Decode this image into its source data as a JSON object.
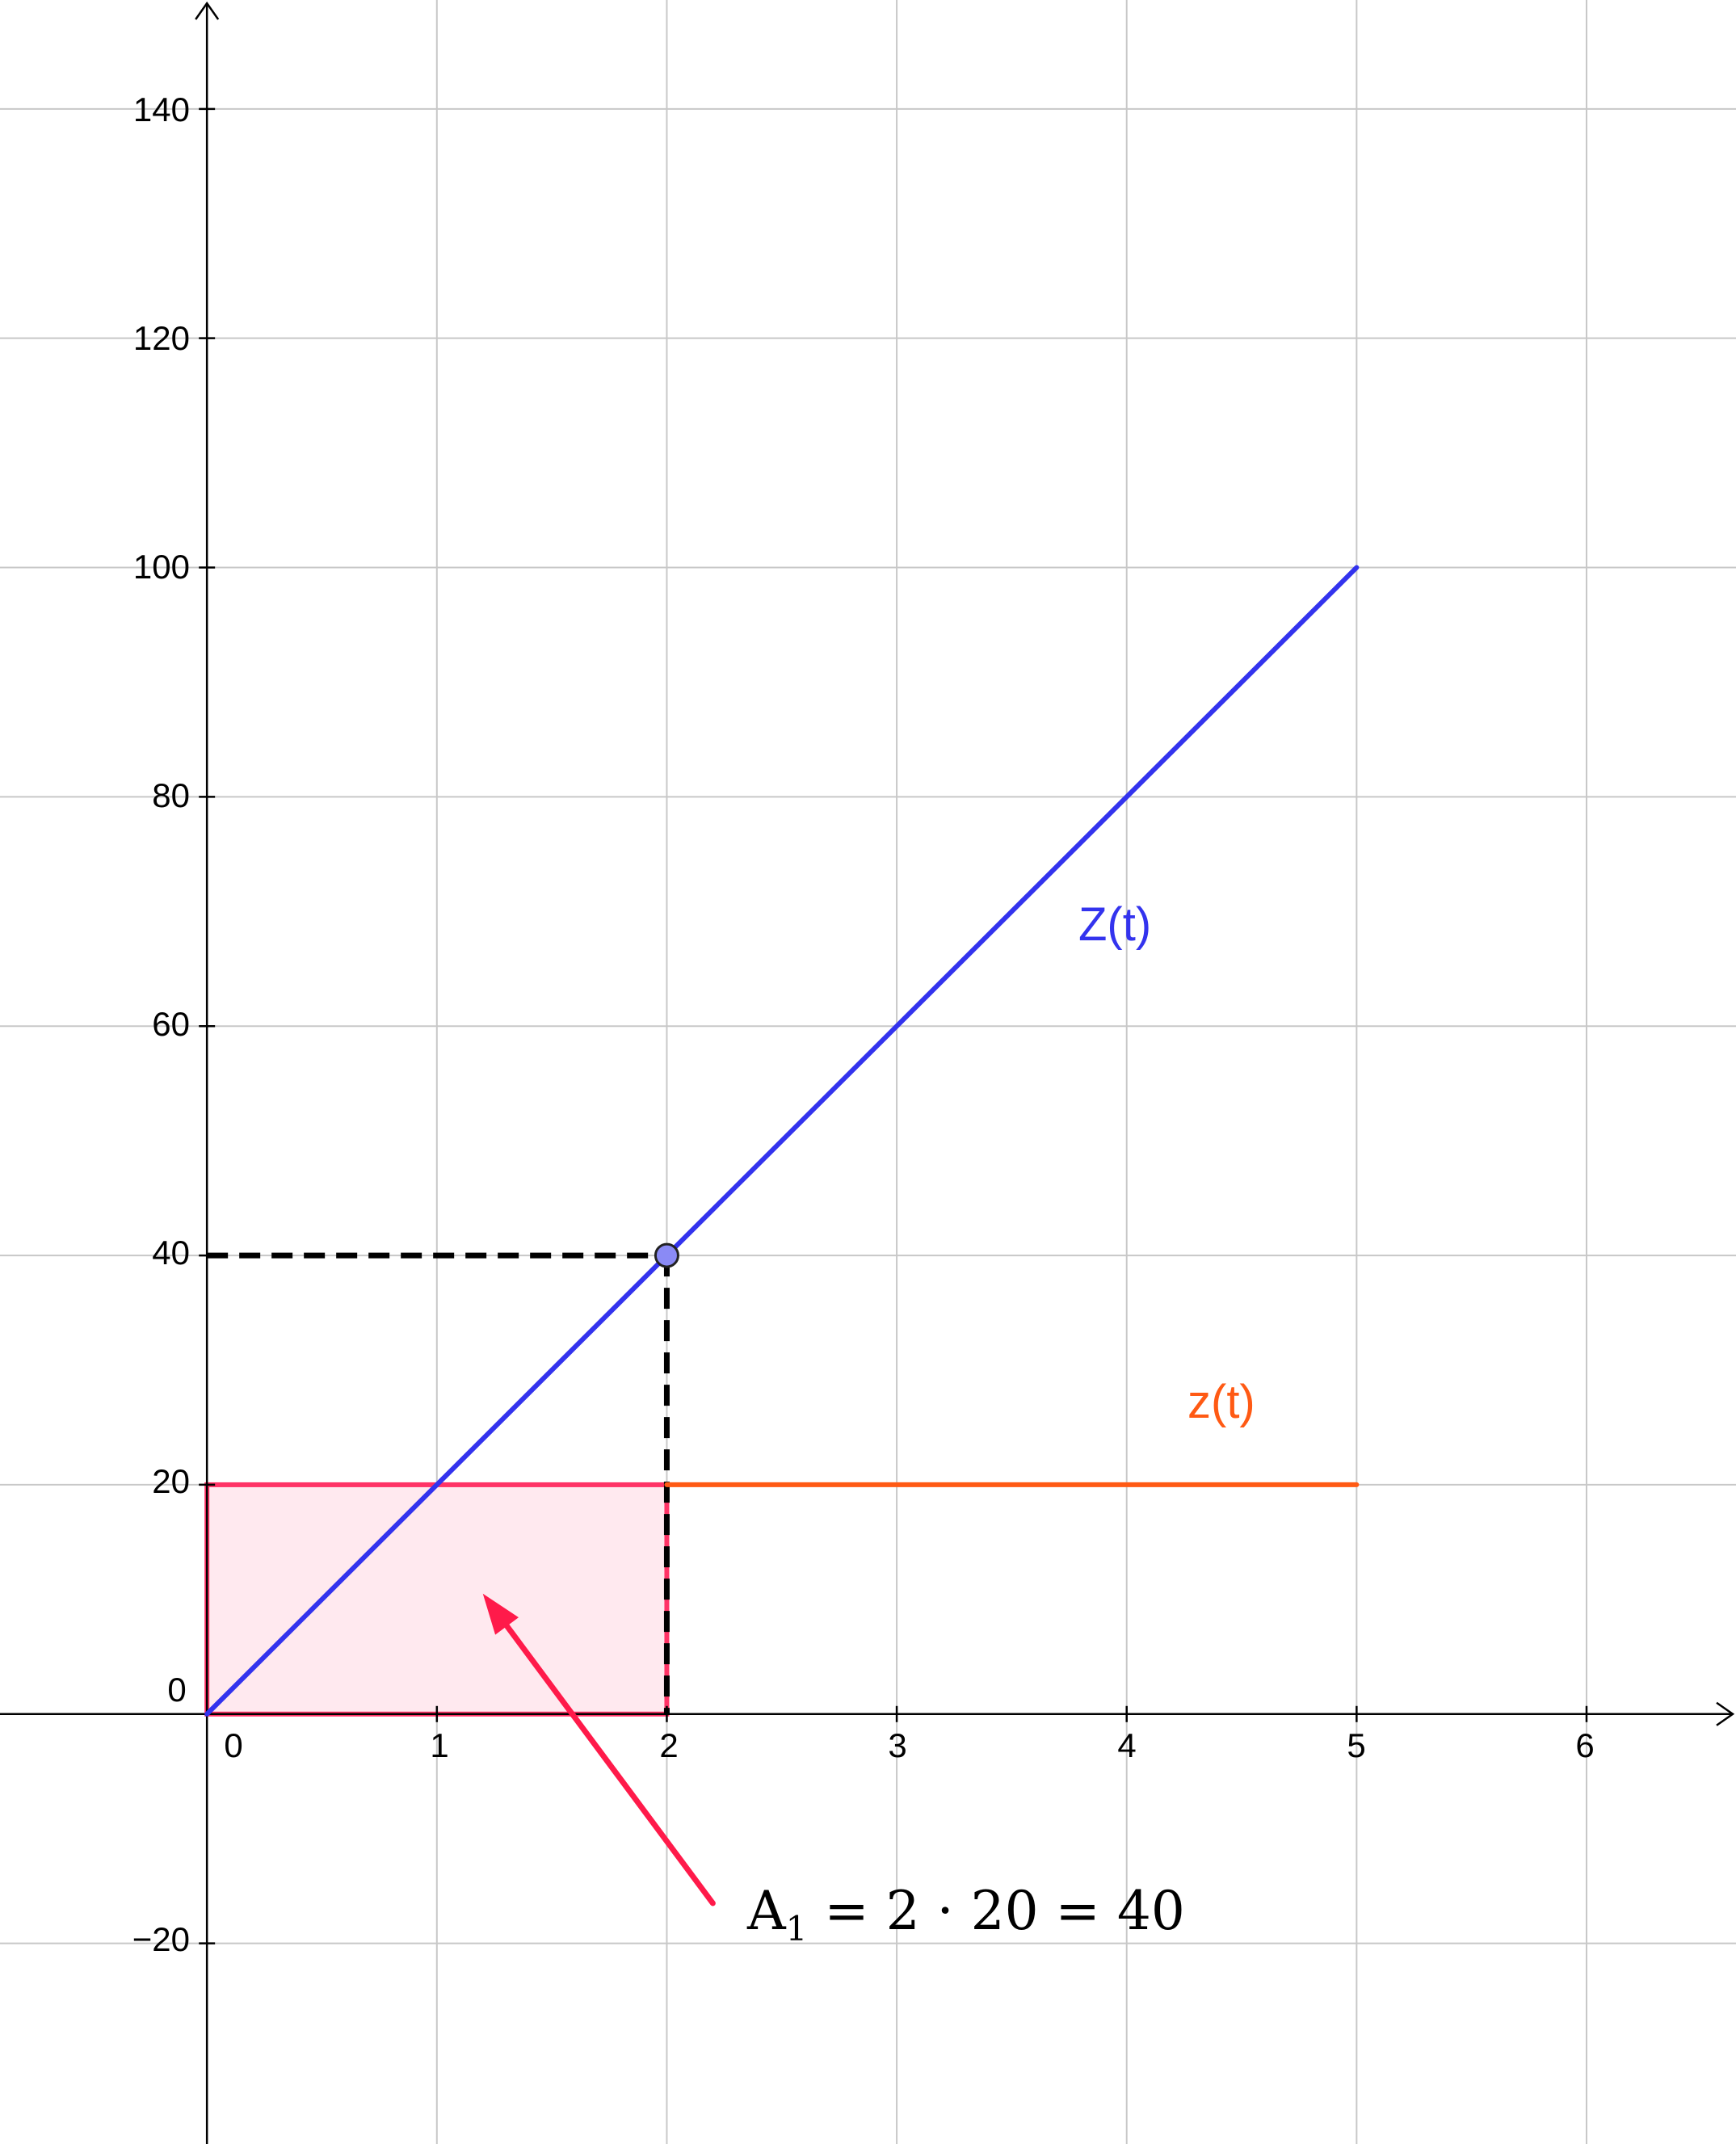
{
  "chart_data": {
    "type": "line",
    "title": "",
    "xlabel": "",
    "ylabel": "",
    "xlim": [
      -0.9,
      6.65
    ],
    "ylim": [
      -37.5,
      149.5
    ],
    "x_ticks": [
      1,
      2,
      3,
      4,
      5,
      6
    ],
    "y_ticks": [
      -20,
      20,
      40,
      60,
      80,
      100,
      120,
      140
    ],
    "x_tick_labels": [
      "0",
      "1",
      "2",
      "3",
      "4",
      "5",
      "6"
    ],
    "y_tick_labels": [
      "0",
      "20",
      "40",
      "60",
      "80",
      "100",
      "120",
      "140",
      "−20"
    ],
    "grid": true,
    "series": [
      {
        "name": "Z(t)",
        "color": "#3333ee",
        "x": [
          0,
          5
        ],
        "y": [
          0,
          100
        ]
      },
      {
        "name": "z(t)",
        "color": "#ff5a14",
        "x": [
          2,
          5
        ],
        "y": [
          20,
          20
        ]
      }
    ],
    "shaded_area": {
      "x": [
        0,
        2
      ],
      "y": [
        0,
        20
      ],
      "fill": "#ffe9ef",
      "stroke": "#ff3366"
    },
    "guides": {
      "point": {
        "x": 2,
        "y": 40
      },
      "color": "#000000"
    },
    "point": {
      "x": 2,
      "y": 40,
      "fill": "#8a8af5"
    },
    "annotation": {
      "label_base": "A",
      "label_sub": "1",
      "label_rest": " = 2 · 20 = 40",
      "arrow_color": "#ff1a4a",
      "arrow_tip": {
        "x": 1.2,
        "y": 10.5
      },
      "arrow_tail": {
        "x": 2.2,
        "y": -16.5
      }
    }
  }
}
